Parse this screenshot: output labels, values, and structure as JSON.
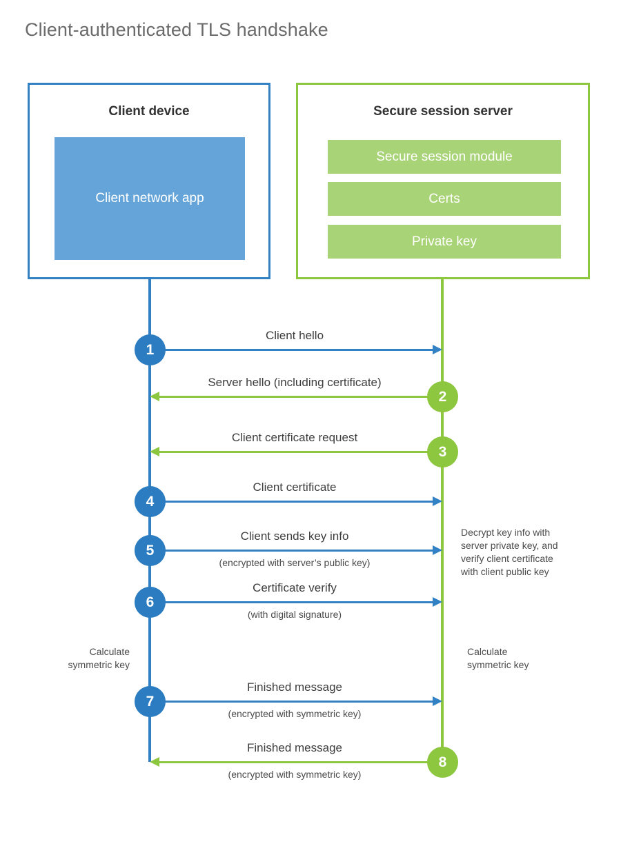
{
  "title": "Client-authenticated TLS handshake",
  "colors": {
    "client_accent": "#3181c4",
    "client_circle": "#2b7cc0",
    "client_app_fill": "#65a4d8",
    "server_accent": "#8dc63f",
    "server_block_fill": "#a9d377",
    "title_text": "#6b6b6b",
    "body_text": "#3d3d3d",
    "background": "#ffffff"
  },
  "participants": {
    "client": {
      "title": "Client device",
      "blocks": [
        {
          "label": "Client network app"
        }
      ]
    },
    "server": {
      "title": "Secure session server",
      "blocks": [
        {
          "label": "Secure session module"
        },
        {
          "label": "Certs"
        },
        {
          "label": "Private key"
        }
      ]
    }
  },
  "messages": [
    {
      "step": "1",
      "label": "Client hello",
      "sublabel": "",
      "from": "client",
      "to": "server"
    },
    {
      "step": "2",
      "label": "Server hello (including certificate)",
      "sublabel": "",
      "from": "server",
      "to": "client"
    },
    {
      "step": "3",
      "label": "Client certificate request",
      "sublabel": "",
      "from": "server",
      "to": "client"
    },
    {
      "step": "4",
      "label": "Client certificate",
      "sublabel": "",
      "from": "client",
      "to": "server"
    },
    {
      "step": "5",
      "label": "Client sends key info",
      "sublabel": "(encrypted with server’s public key)",
      "from": "client",
      "to": "server"
    },
    {
      "step": "6",
      "label": "Certificate verify",
      "sublabel": "(with digital signature)",
      "from": "client",
      "to": "server"
    },
    {
      "step": "7",
      "label": "Finished message",
      "sublabel": "(encrypted with symmetric key)",
      "from": "client",
      "to": "server"
    },
    {
      "step": "8",
      "label": "Finished message",
      "sublabel": "(encrypted with symmetric key)",
      "from": "server",
      "to": "client"
    }
  ],
  "notes": {
    "client_calculate": "Calculate\nsymmetric key",
    "server_decrypt": "Decrypt key info with\nserver private key, and\nverify client certificate\nwith client public key",
    "server_calculate": "Calculate\nsymmetric key"
  }
}
